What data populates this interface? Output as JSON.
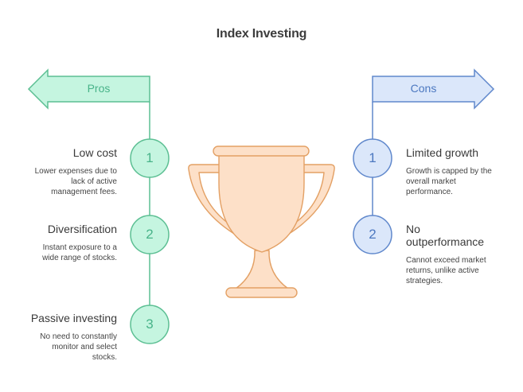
{
  "title": "Index Investing",
  "colors": {
    "pros_stroke": "#5cbf93",
    "pros_fill": "#c5f5e0",
    "pros_text": "#48b389",
    "cons_stroke": "#6088cc",
    "cons_fill": "#dbe7fa",
    "cons_text": "#4c78c0",
    "trophy_stroke": "#e3a064",
    "trophy_fill": "#fde0c8",
    "text": "#3a3a3a"
  },
  "center_icon": "trophy-icon",
  "pros": {
    "label": "Pros",
    "items": [
      {
        "number": "1",
        "title": "Low cost",
        "description_lines": [
          "Lower expenses due to",
          "lack of active",
          "management fees."
        ]
      },
      {
        "number": "2",
        "title": "Diversification",
        "description_lines": [
          "Instant exposure to a",
          "wide range of stocks."
        ]
      },
      {
        "number": "3",
        "title": "Passive investing",
        "description_lines": [
          "No need to constantly",
          "monitor and select",
          "stocks."
        ]
      }
    ]
  },
  "cons": {
    "label": "Cons",
    "items": [
      {
        "number": "1",
        "title": "Limited growth",
        "description_lines": [
          "Growth is capped by the",
          "overall market",
          "performance."
        ]
      },
      {
        "number": "2",
        "title_lines": [
          "No",
          "outperformance"
        ],
        "description_lines": [
          "Cannot exceed market",
          "returns, unlike active",
          "strategies."
        ]
      }
    ]
  }
}
